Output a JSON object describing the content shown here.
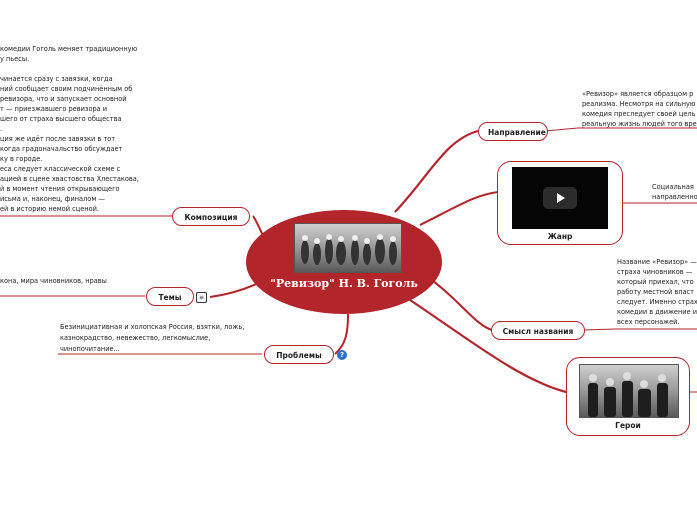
{
  "central": {
    "title": "\"Ревизор\" Н. В. Гоголь"
  },
  "branches": {
    "napravlenie": "Направление",
    "zhanr": "Жанр",
    "smysl": "Смысл названия",
    "geroi": "Герои",
    "problemy": "Проблемы",
    "temy": "Темы",
    "kompoziciya": "Композиция"
  },
  "notes": {
    "kompoziciya_lines": [
      "комедии Гоголь меняет традиционную",
      "у пьесы.",
      "",
      "чинается сразу с завязки, когда",
      "ний сообщает своим подчинённым об",
      "ревизора, что и запускает основной",
      "т — приезжавшего ревизора и",
      "шего от страха высшего общества",
      ".",
      "ция же идёт после завязки в тот",
      "когда градоначальство обсуждает",
      "ку в городе.",
      "еса следует классической схеме с",
      "ацией в сцене хвастовства Хлестакова,",
      "й в момент чтения открывающего",
      "исьма и, наконец, финалом —",
      "ей в историю немой сценой."
    ],
    "temy_line": "кона, мира чиновников, нравы",
    "problemy_text": "Безинициативная и холопская Россия, взятки, ложь, казнокрадство, невежество, легкомыслие, чинопочитание...",
    "napravlenie_lines": [
      "«Ревизор» является образцом р",
      "реализма. Несмотря на сильную",
      "комедия преследует своей цель",
      "реальную жизнь людей того вре"
    ],
    "zhanr_lines": [
      "Социальная",
      "направленно"
    ],
    "smysl_lines": [
      "Название «Ревизор» —",
      "страха чиновников —",
      "который приехал, что",
      "работу местной власт",
      "следует. Именно страх",
      "комедии в движение и",
      "всех персонажей."
    ]
  },
  "icons": {
    "note": "note-icon",
    "help": "help-icon",
    "play": "play-icon"
  },
  "colors": {
    "accent": "#b1252b",
    "help": "#2a6fd1"
  }
}
